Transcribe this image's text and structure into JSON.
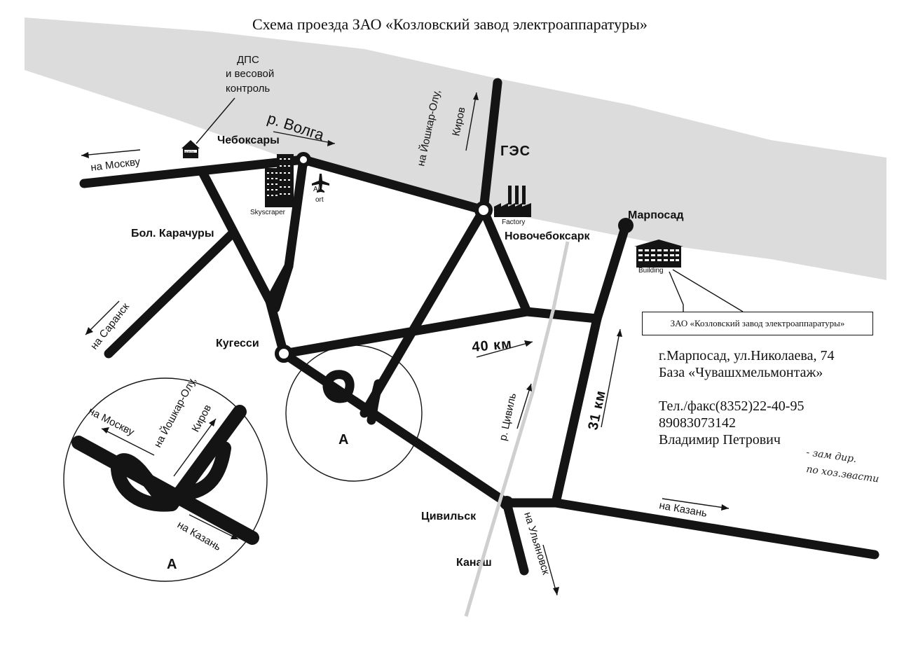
{
  "title": "Схема проезда ЗАО «Козловский завод электроаппаратуры»",
  "river": {
    "label": "р. Волга"
  },
  "cities": {
    "cheboksary": "Чебоксары",
    "novocheboksarsk": "Новочебоксарк",
    "marposad": "Марпосад",
    "kugessi": "Кугесси",
    "bol_karachury": "Бол. Карачуры",
    "tsivilsk": "Цивильск",
    "kanash": "Канаш",
    "ges": "ГЭС"
  },
  "directions": {
    "moscow": "на Москву",
    "saransk": "на Саранск",
    "yoshkar_ola": "на Йошкар-Олу,",
    "kirov": "Киров",
    "kazan": "на Казань",
    "ulyanovsk": "на Ульяновск"
  },
  "distances": {
    "d40": "40 км",
    "d31": "31 км"
  },
  "small_river": "р. Цивиль",
  "dps": {
    "line1": "ДПС",
    "line2": "и весовой",
    "line3": "контроль"
  },
  "icons": {
    "skyscraper": "Skyscraper",
    "airport_1": "Air",
    "airport_2": "ort",
    "factory": "Factory",
    "building": "Building",
    "north": "NORTH"
  },
  "interchange": {
    "label": "А"
  },
  "inset": {
    "label": "А",
    "moscow": "на Москву",
    "yoshkar_ola": "на Йошкар-Олу,",
    "kirov": "Киров",
    "kazan": "на Казань"
  },
  "callout": "ЗАО «Козловский завод электроаппаратуры»",
  "contact": {
    "address": "г.Марпосад, ул.Николаева, 74",
    "base": "База «Чувашхмельмонтаж»",
    "phone": "Тел./факс(8352)22-40-95",
    "mobile": "89083073142",
    "person": "Владимир Петрович",
    "handnote_1": "- зам дир.",
    "handnote_2": "по хоз.звасти"
  },
  "colors": {
    "road": "#141414",
    "river": "#dcdcdc",
    "background": "#ffffff"
  }
}
